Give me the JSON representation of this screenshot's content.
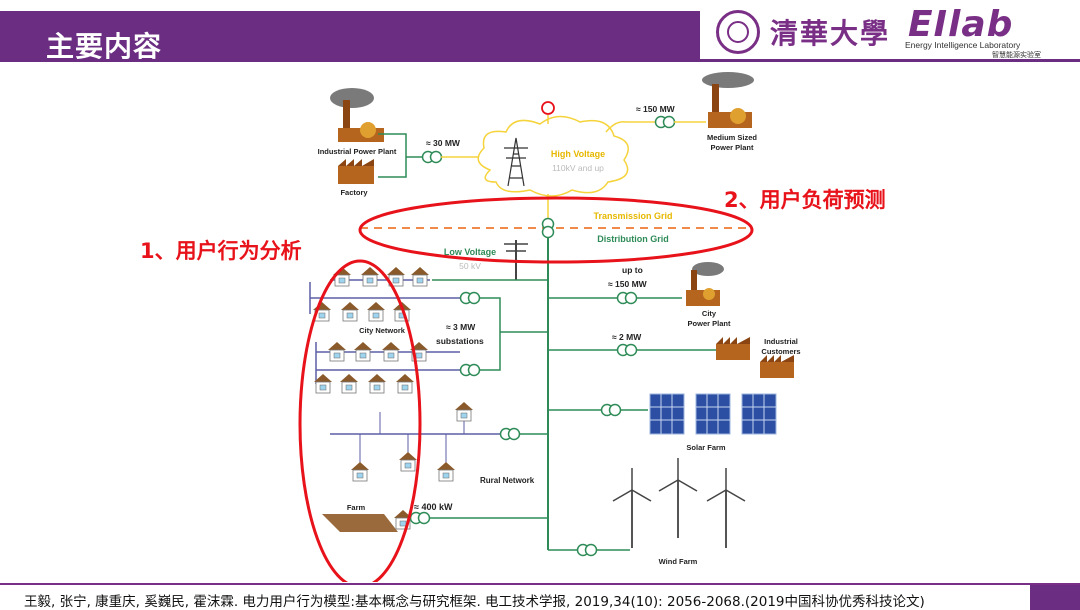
{
  "slide": {
    "title": "主要内容",
    "logo": {
      "school": "清華大學",
      "lab": "EIlab",
      "lab_en": "Energy Intelligence Laboratory",
      "lab_cn": "智慧能源实验室"
    },
    "citation": "王毅, 张宁, 康重庆, 奚巍民, 霍沫霖. 电力用户行为模型:基本概念与研究框架. 电工技术学报, 2019,34(10): 2056-2068.(2019中国科协优秀科技论文)"
  },
  "diagram": {
    "labels": {
      "industrial_plant": "Industrial Power Plant",
      "factory": "Factory",
      "mw30": "≈ 30 MW",
      "high_voltage": "High Voltage",
      "hv_range": "110kV and up",
      "mw150_top": "≈ 150  MW",
      "medium_plant_1": "Medium Sized",
      "medium_plant_2": "Power Plant",
      "transmission": "Transmission Grid",
      "distribution": "Distribution Grid",
      "low_voltage": "Low Voltage",
      "lv_range": "50 kV",
      "upto": "up to",
      "mw150_city": "≈ 150  MW",
      "city_plant_1": "City",
      "city_plant_2": "Power Plant",
      "city_network": "City Network",
      "mw3": "≈ 3  MW",
      "substations": "substations",
      "mw2": "≈ 2  MW",
      "ind_cust_1": "Industrial",
      "ind_cust_2": "Customers",
      "solar": "Solar Farm",
      "rural": "Rural Network",
      "farm": "Farm",
      "kw400": "≈ 400 kW",
      "wind": "Wind Farm"
    },
    "annotations": {
      "user_behavior": "1、用户行为分析",
      "load_forecast": "2、用户负荷预测"
    },
    "colors": {
      "title_bar": "#6b2d82",
      "grid_line": "#2e8b57",
      "network_line": "#5b5ea6",
      "hv_line": "#f5d33b",
      "annotation": "#e8121a"
    }
  }
}
